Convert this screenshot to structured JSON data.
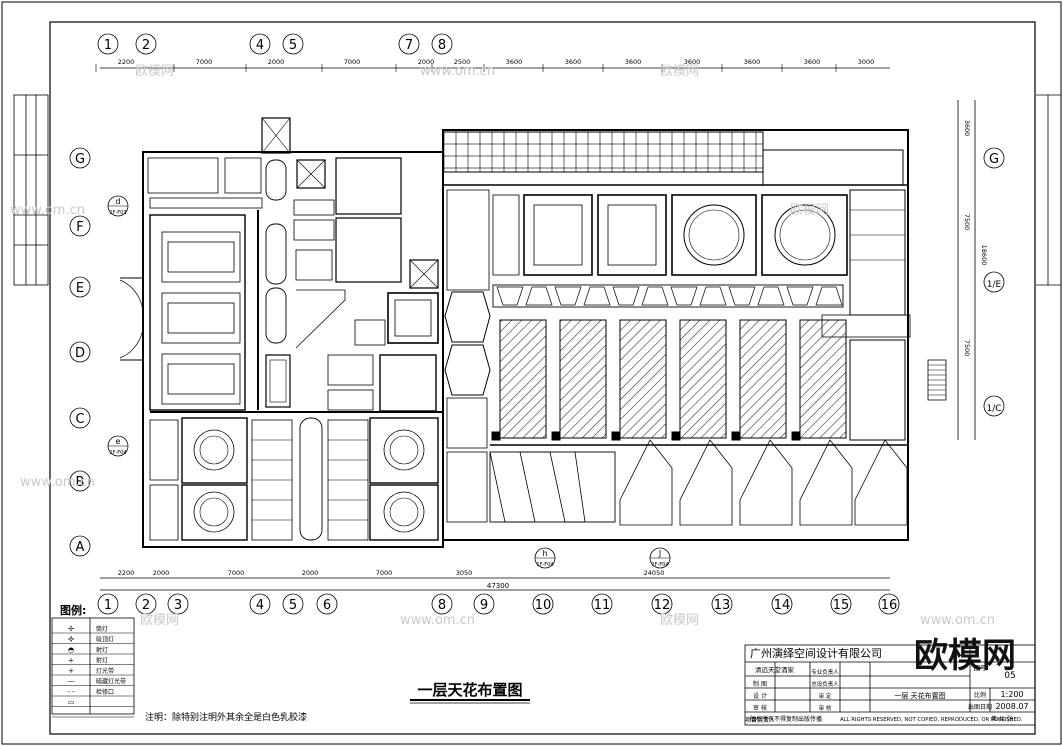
{
  "drawing": {
    "title": "一层天花布置图",
    "note": "注明：除特别注明外其余全是白色乳胶漆",
    "total_width_dim": "47300"
  },
  "axes_top": [
    "1",
    "2",
    "4",
    "5",
    "7",
    "8"
  ],
  "axes_bottom": [
    "1",
    "2",
    "3",
    "4",
    "5",
    "6",
    "8",
    "9",
    "10",
    "11",
    "12",
    "13",
    "14",
    "15",
    "16"
  ],
  "axes_left": [
    "G",
    "F",
    "E",
    "D",
    "C",
    "B",
    "A"
  ],
  "axes_right": [
    "G",
    "1/E",
    "1/C"
  ],
  "dims_top": [
    "2200",
    "7000",
    "2000",
    "7000",
    "2000",
    "2500",
    "3600",
    "3600",
    "3600",
    "3600",
    "3600",
    "3600",
    "3000"
  ],
  "dims_bottom": [
    "2200",
    "2000",
    "7000",
    "2000",
    "7000",
    "3050",
    "24050"
  ],
  "dims_right": [
    "3600",
    "7500",
    "7500",
    "18600"
  ],
  "section_marks": [
    {
      "letter": "d",
      "ref": "1F-F03"
    },
    {
      "letter": "e",
      "ref": "1F-F04"
    },
    {
      "letter": "h",
      "ref": "1F-F04"
    },
    {
      "letter": "J",
      "ref": "1F-F04"
    }
  ],
  "legend": {
    "title": "图例:",
    "rows": [
      "筒灯",
      "吸顶灯",
      "射灯",
      "射灯",
      "灯光带",
      "暗藏灯光带",
      "检修口",
      "",
      ""
    ]
  },
  "title_block": {
    "company": "广州演绎空间设计有限公司",
    "project": "清远天堂酒家",
    "roles_left": [
      "制  图",
      "设  计",
      "审  核",
      "项目负责人"
    ],
    "roles_right": [
      "专业负责人",
      "总设负责人",
      "审  定",
      "审  核"
    ],
    "drawing_name": "一层 天花布置图",
    "scale_label": "比例",
    "scale": "1:200",
    "date_label": "出图日期",
    "date": "2008.07",
    "drawing_no_label": "图号",
    "drawing_no": "05",
    "sheet_label": "第   共   张",
    "copyright_cn": "版权所有不得复制出版传播",
    "copyright_en": "ALL RIGHTS RESERVED, NOT COPIED, REPRODUCED, OR PUBLISHED."
  },
  "watermarks": {
    "site": "www.om.cn",
    "brand": "欧模网"
  },
  "colors": {
    "line": "#000000",
    "hatch": "#333333",
    "watermark": "#c9c9c9",
    "paper": "#ffffff"
  }
}
